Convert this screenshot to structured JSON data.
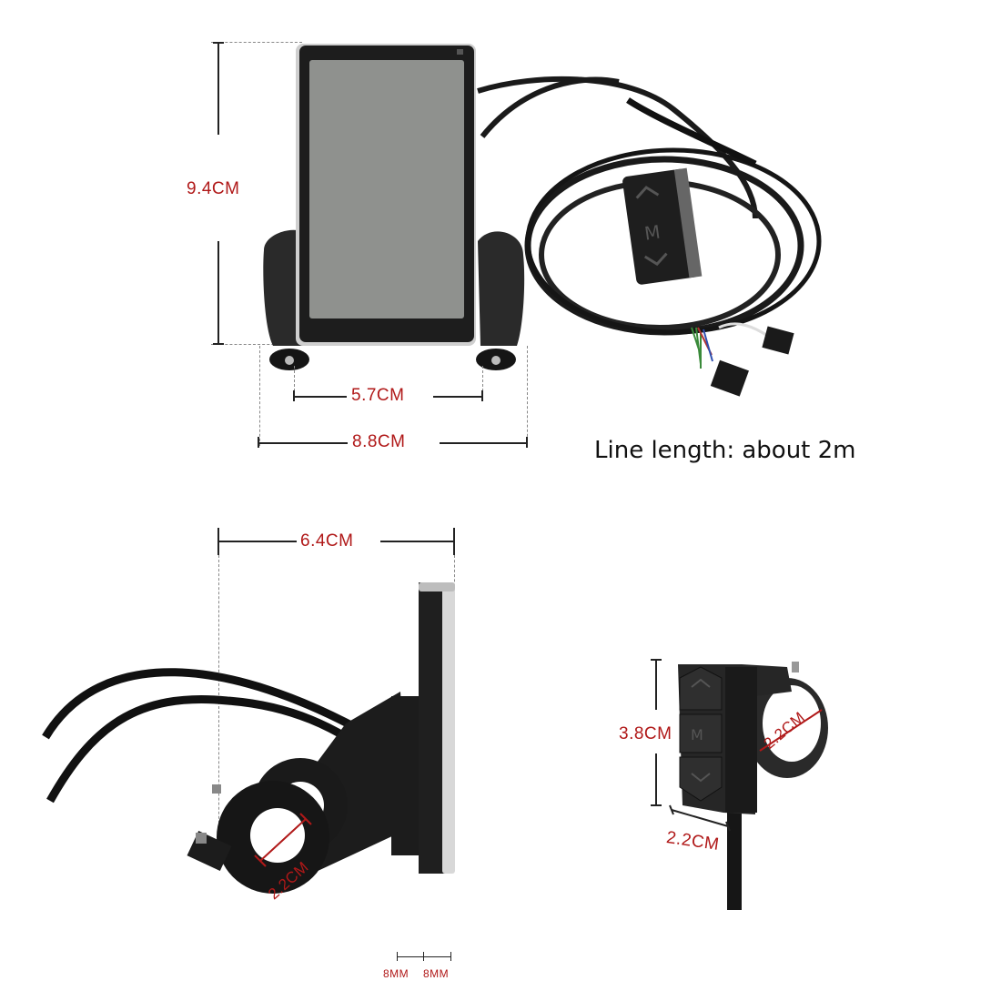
{
  "product": "E-bike LCD display with control button unit",
  "caption": "Line length: about 2m",
  "colors": {
    "dimension_text": "#b01818",
    "device_body": "#1c1c1c",
    "screen": "#8f918e",
    "bezel_silver": "#d8d8d8",
    "background": "#ffffff"
  },
  "views": {
    "front": {
      "height_label": "9.4CM",
      "mount_hole_spacing_label": "5.7CM",
      "overall_width_label": "8.8CM"
    },
    "side": {
      "depth_label": "6.4CM",
      "clamp_diameter_label": "2.2CM",
      "thickness_labels": [
        "8MM",
        "8MM"
      ]
    },
    "button_unit": {
      "height_label": "3.8CM",
      "width_label": "2.2CM",
      "clamp_diameter_label": "2.2CM",
      "buttons": [
        "up-arrow",
        "M",
        "down-arrow"
      ]
    }
  }
}
